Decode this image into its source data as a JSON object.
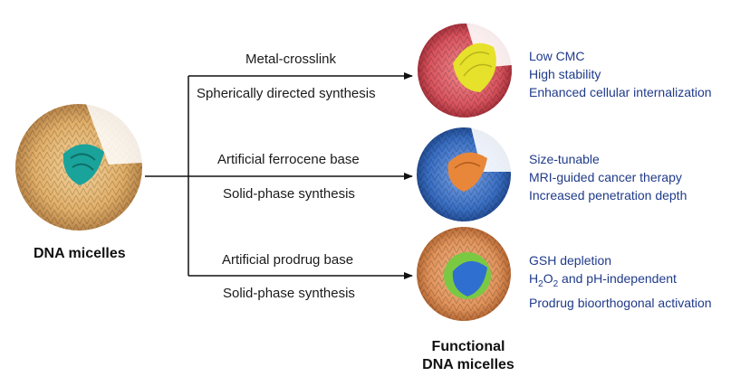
{
  "source": {
    "title": "DNA micelles"
  },
  "routes": [
    {
      "line1": "Metal-crosslink",
      "line2": "Spherically directed synthesis",
      "features": [
        "Low CMC",
        "High stability",
        "Enhanced cellular internalization"
      ],
      "colors": {
        "shell": "#d9545e",
        "core": "#e6e12a"
      }
    },
    {
      "line1": "Artificial ferrocene base",
      "line2": "Solid-phase synthesis",
      "features": [
        "Size-tunable",
        "MRI-guided cancer therapy",
        "Increased penetration depth"
      ],
      "colors": {
        "shell": "#3a6fc4",
        "core": "#e8873a"
      }
    },
    {
      "line1": "Artificial prodrug base",
      "line2": "Solid-phase synthesis",
      "features": [
        "GSH depletion",
        "H2O2 and pH-independent",
        "Prodrug bioorthogonal activation"
      ],
      "colors": {
        "shell": "#e0925a",
        "core": "#2f6fd0",
        "ring": "#7ac943"
      }
    }
  ],
  "h2o2": {
    "h": "H",
    "sub1": "2",
    "o": "O",
    "sub2": "2",
    "rest": " and pH-independent"
  },
  "result": {
    "title_line1": "Functional",
    "title_line2": "DNA micelles"
  },
  "colors": {
    "source_shell": "#e2b06a",
    "source_core": "#1aa39a",
    "arrow": "#111111",
    "feature_text": "#1f3a8a"
  }
}
